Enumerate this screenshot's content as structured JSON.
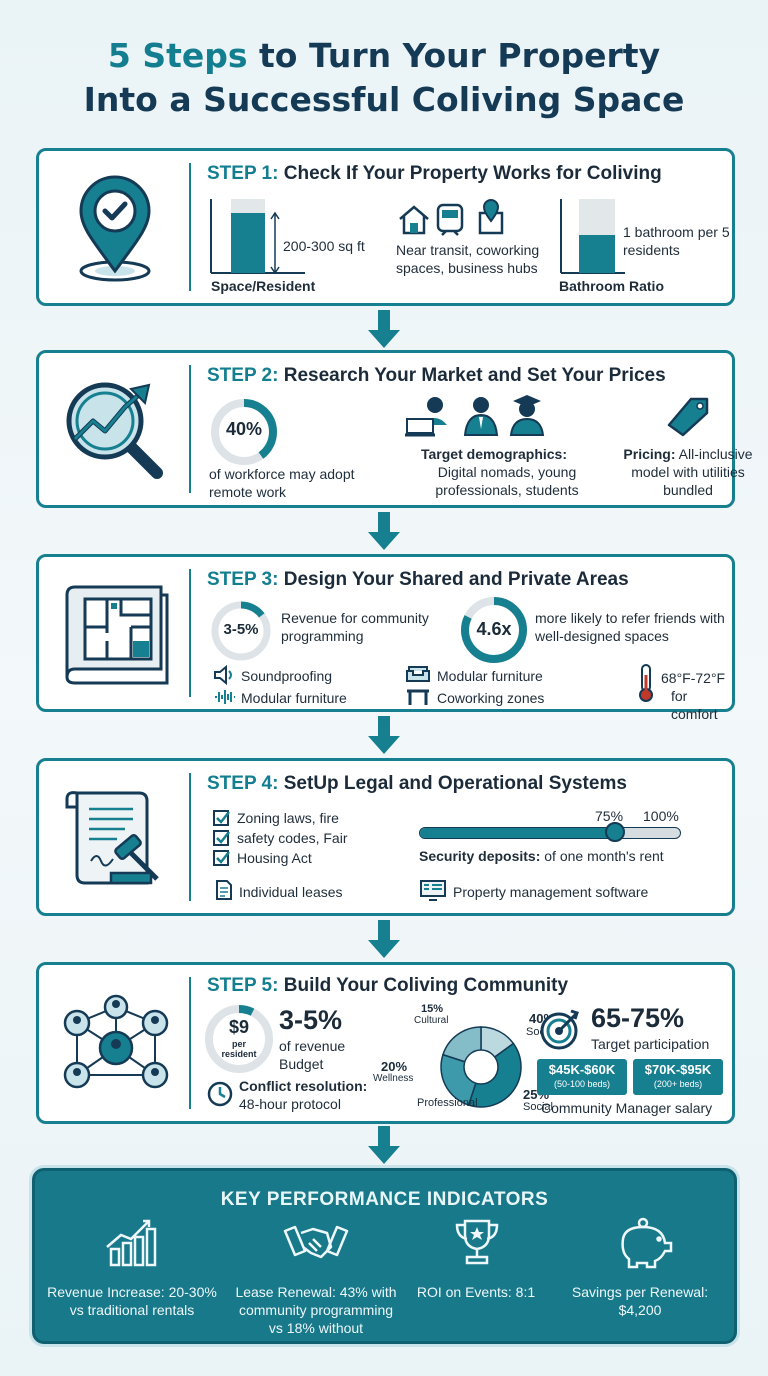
{
  "title": {
    "accent": "5 Steps",
    "line1_rest": " to Turn Your Property",
    "line2": "Into a Successful Coliving Space"
  },
  "colors": {
    "primary": "#167f90",
    "dark": "#143a55",
    "kpi_bg": "#17798a"
  },
  "step1": {
    "label": "STEP 1:",
    "title": "Check If Your Property Works for Coliving",
    "icon": "location-check-icon",
    "space_value": "200-300 sq ft",
    "space_caption": "Space/Resident",
    "location_text": "Near transit, coworking spaces, business hubs",
    "location_icons": [
      "house-icon",
      "train-icon",
      "office-pin-icon"
    ],
    "bath_value": "1 bathroom per 5 residents",
    "bath_caption": "Bathroom Ratio"
  },
  "step2": {
    "label": "STEP 2:",
    "title": "Research Your Market and Set Your Prices",
    "icon": "magnifier-chart-icon",
    "remote_percent": "40%",
    "remote_fraction": 0.4,
    "remote_text": "of workforce may adopt remote work",
    "demo_label": "Target demographics:",
    "demo_text": "Digital nomads, young professionals, students",
    "pricing_label": "Pricing:",
    "pricing_text": "All-inclusive model with utilities bundled"
  },
  "step3": {
    "label": "STEP 3:",
    "title": "Design Your Shared and Private Areas",
    "icon": "floorplan-icon",
    "revenue_value": "3-5%",
    "revenue_text": "Revenue for community programming",
    "refer_value": "4.6x",
    "refer_text": "more likely to refer friends with well-designed spaces",
    "features": [
      "Soundproofing",
      "Modular furniture",
      "Modular furniture",
      "Coworking zones"
    ],
    "temp": "68°F-72°F",
    "temp_caption": "for comfort"
  },
  "step4": {
    "label": "STEP 4:",
    "title": "SetUp Legal and Operational Systems",
    "icon": "legal-document-icon",
    "checklist": [
      "Zoning laws, fire",
      "safety codes, Fair",
      "Housing Act"
    ],
    "slider_low": "75%",
    "slider_high": "100%",
    "slider_value": 0.75,
    "deposit_label": "Security deposits:",
    "deposit_text": "of one month's rent",
    "leases": "Individual leases",
    "software": "Property management software"
  },
  "step5": {
    "label": "STEP 5:",
    "title": "Build Your Coliving Community",
    "icon": "community-network-icon",
    "per_resident_value": "$9",
    "per_resident_caption": "per resident",
    "budget_value": "3-5%",
    "budget_text": "of revenue",
    "budget_label": "Budget",
    "conflict_label": "Conflict resolution:",
    "conflict_text": "48-hour protocol",
    "donut": [
      {
        "pct": "15%",
        "name": "Cultural",
        "value": 15,
        "color": "#bcd9df"
      },
      {
        "pct": "40%",
        "name": "Social",
        "value": 40,
        "color": "#167f90"
      },
      {
        "pct": "25%",
        "name": "Social",
        "value": 25,
        "color": "#3c9aaa"
      },
      {
        "pct": "20%",
        "name": "Wellness",
        "value": 20,
        "color": "#84bcc7"
      }
    ],
    "donut_extra": "Professional",
    "participation_value": "65-75%",
    "participation_text": "Target participation",
    "salary1": "$45K-$60K",
    "salary1_sub": "(50-100 beds)",
    "salary2": "$70K-$95K",
    "salary2_sub": "(200+ beds)",
    "salary_caption": "Community Manager salary"
  },
  "kpi": {
    "title": "KEY PERFORMANCE INDICATORS",
    "items": [
      {
        "icon": "growth-chart-icon",
        "text": "Revenue Increase: 20-30% vs traditional rentals"
      },
      {
        "icon": "handshake-icon",
        "text": "Lease Renewal: 43% with community programming vs 18% without"
      },
      {
        "icon": "trophy-icon",
        "text": "ROI on Events: 8:1"
      },
      {
        "icon": "piggy-bank-icon",
        "text": "Savings per Renewal: $4,200"
      }
    ]
  }
}
